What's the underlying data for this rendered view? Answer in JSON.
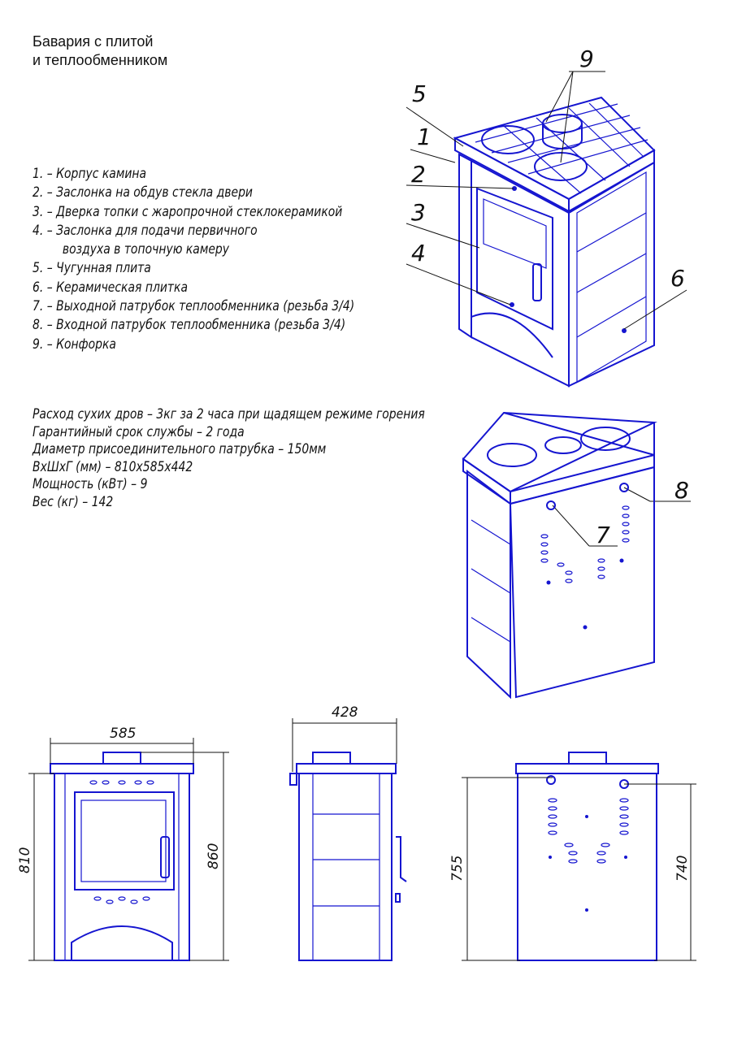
{
  "title": {
    "line1": "Бавария с плитой",
    "line2": "и теплообменником"
  },
  "legend": [
    "1.  – Корпус камина",
    "2. – Заслонка на обдув стекла двери",
    "3. – Дверка топки с жаропрочной стеклокерамикой",
    "4. – Заслонка для подачи первичного",
    "воздуха в топочную камеру",
    "5. – Чугунная плита",
    "6. – Керамическая плитка",
    "7. – Выходной патрубок теплообменника (резьба 3/4)",
    "8. – Входной патрубок теплообменника (резьба 3/4)",
    "9. – Конфорка"
  ],
  "specs": [
    "Расход сухих дров – 3кг за 2 часа при щадящем режиме горения",
    "Гарантийный срок службы – 2 года",
    "Диаметр присоединительного патрубка – 150мм",
    "ВxШxГ (мм) – 810x585x442",
    "Мощность (кВт) – 9",
    "Вес (кг) – 142"
  ],
  "callouts": {
    "c1": "1",
    "c2": "2",
    "c3": "3",
    "c4": "4",
    "c5": "5",
    "c6": "6",
    "c7": "7",
    "c8": "8",
    "c9": "9"
  },
  "dimensions": {
    "front_width": "585",
    "front_height_left": "810",
    "front_height_right": "860",
    "side_depth": "428",
    "back_height_left": "755",
    "back_height_right": "740"
  },
  "colors": {
    "drawing": "#1515d0",
    "text": "#111111"
  }
}
